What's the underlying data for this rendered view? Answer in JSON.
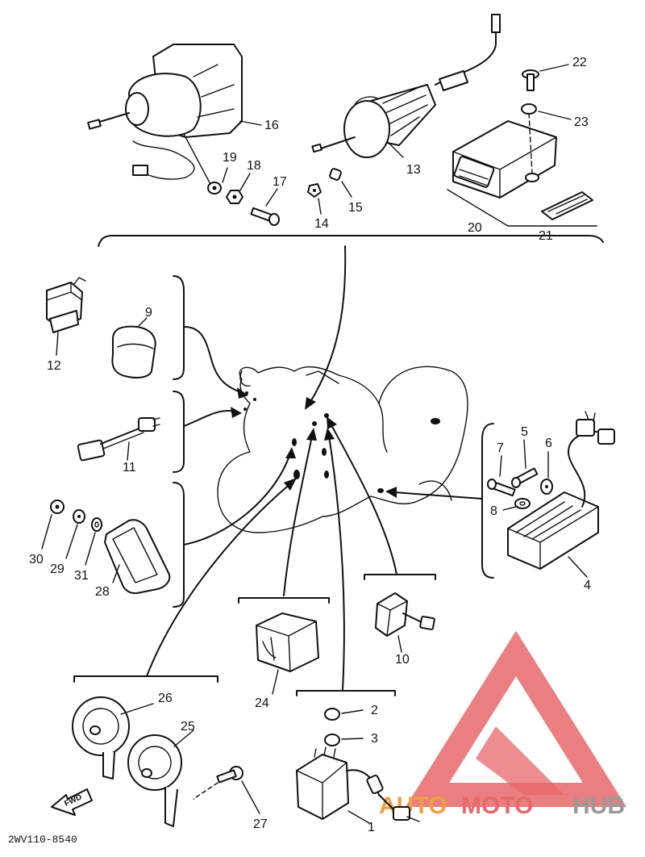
{
  "diagram_code": "2WV110-8540",
  "fwd_label": "FWD",
  "watermark": {
    "prefix": "AUTO",
    "middle": "MOTO",
    "suffix": "HUB",
    "color_red": "#e8676a",
    "color_orange": "#f0a040",
    "color_gray": "#9a9a9a"
  },
  "callouts": {
    "p1": "1",
    "p2": "2",
    "p3": "3",
    "p4": "4",
    "p5": "5",
    "p6": "6",
    "p7": "7",
    "p8": "8",
    "p9": "9",
    "p10": "10",
    "p11": "11",
    "p12": "12",
    "p13": "13",
    "p14": "14",
    "p15": "15",
    "p16": "16",
    "p17": "17",
    "p18": "18",
    "p19": "19",
    "p20": "20",
    "p21": "21",
    "p22": "22",
    "p23": "23",
    "p24": "24",
    "p25": "25",
    "p26": "26",
    "p27": "27",
    "p28": "28",
    "p29": "29",
    "p30": "30",
    "p31": "31"
  }
}
